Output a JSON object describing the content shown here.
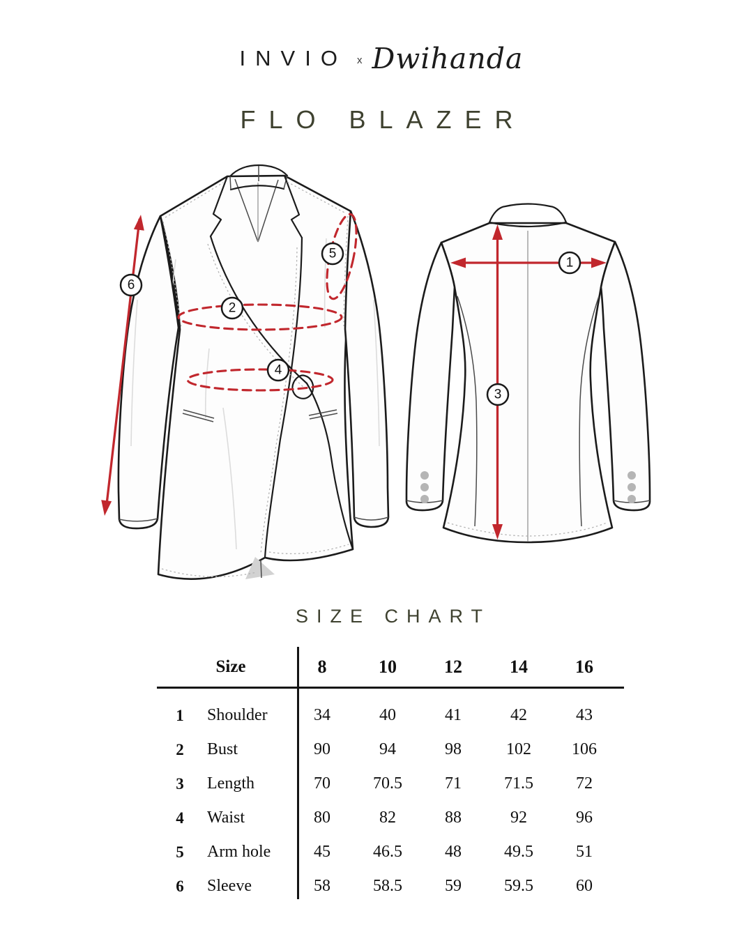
{
  "brand": {
    "primary": "INVIO",
    "separator": "x",
    "secondary": "Dwihanda"
  },
  "product": {
    "title": "FLO BLAZER"
  },
  "headings": {
    "size_chart": "SIZE CHART"
  },
  "diagram": {
    "accent_color": "#c1272d",
    "views": [
      "front",
      "back"
    ],
    "markers": [
      "1",
      "2",
      "3",
      "4",
      "5",
      "6"
    ]
  },
  "table": {
    "size_label": "Size",
    "columns": [
      "8",
      "10",
      "12",
      "14",
      "16"
    ],
    "rows": [
      {
        "num": "1",
        "label": "Shoulder",
        "values": [
          "34",
          "40",
          "41",
          "42",
          "43"
        ]
      },
      {
        "num": "2",
        "label": "Bust",
        "values": [
          "90",
          "94",
          "98",
          "102",
          "106"
        ]
      },
      {
        "num": "3",
        "label": "Length",
        "values": [
          "70",
          "70.5",
          "71",
          "71.5",
          "72"
        ]
      },
      {
        "num": "4",
        "label": "Waist",
        "values": [
          "80",
          "82",
          "88",
          "92",
          "96"
        ]
      },
      {
        "num": "5",
        "label": "Arm hole",
        "values": [
          "45",
          "46.5",
          "48",
          "49.5",
          "51"
        ]
      },
      {
        "num": "6",
        "label": "Sleeve",
        "values": [
          "58",
          "58.5",
          "59",
          "59.5",
          "60"
        ]
      }
    ]
  },
  "chart_data": {
    "type": "table",
    "title": "SIZE CHART",
    "columns": [
      "Size",
      "8",
      "10",
      "12",
      "14",
      "16"
    ],
    "row_headers": [
      "1 Shoulder",
      "2 Bust",
      "3 Length",
      "4 Waist",
      "5 Arm hole",
      "6 Sleeve"
    ],
    "values": [
      [
        34,
        40,
        41,
        42,
        43
      ],
      [
        90,
        94,
        98,
        102,
        106
      ],
      [
        70,
        70.5,
        71,
        71.5,
        72
      ],
      [
        80,
        82,
        88,
        92,
        96
      ],
      [
        45,
        46.5,
        48,
        49.5,
        51
      ],
      [
        58,
        58.5,
        59,
        59.5,
        60
      ]
    ]
  }
}
